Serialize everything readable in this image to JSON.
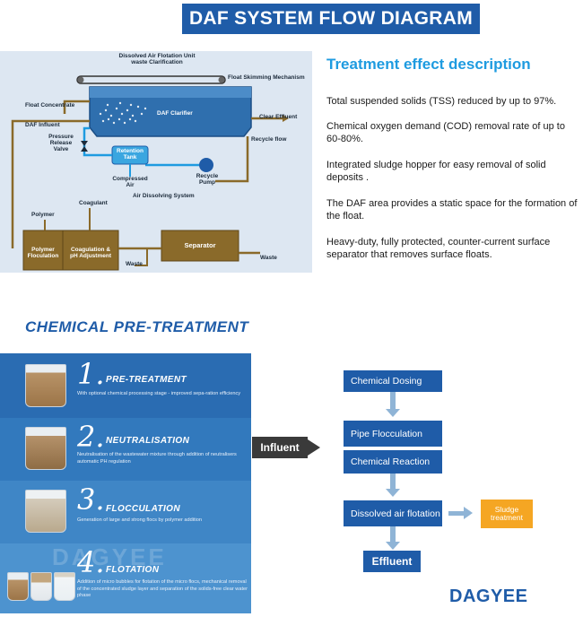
{
  "banner": {
    "title": "DAF SYSTEM FLOW DIAGRAM"
  },
  "diagram": {
    "heading_line1": "Dissolved Air Flotation Unit",
    "heading_line2": "waste Clarification",
    "float_skimming": "Float Skimming Mechanism",
    "float_concentrate": "Float Concentrate",
    "daf_clarifier": "DAF Clarifier",
    "clear_effluent": "Clear Effluent",
    "daf_influent": "DAF Influent",
    "pressure_release_valve": "Pressure\nRelease\nValve",
    "retention_tank": "Retention\nTank",
    "recycle_flow": "Recycle flow",
    "compressed_air": "Compressed\nAir",
    "recycle_pump": "Recycle\nPump",
    "air_dissolving_system": "Air Dissolving System",
    "coagulant": "Coagulant",
    "polymer": "Polymer",
    "polymer_flocculation": "Polymer\nFloculation",
    "coagulation_ph": "Coagulation &\npH Adjustment",
    "separator": "Separator",
    "waste_left": "Waste",
    "waste_right": "Waste"
  },
  "effects": {
    "title": "Treatment effect description",
    "items": [
      "Total suspended solids (TSS) reduced by up to 97%.",
      "Chemical oxygen demand (COD) removal rate of up to 60-80%.",
      "Integrated sludge hopper for easy removal of solid deposits .",
      "The DAF area provides a static space for the formation of the float.",
      "Heavy-duty, fully protected, counter-current surface separator that removes surface floats."
    ]
  },
  "pretreatment": {
    "title": "CHEMICAL PRE-TREATMENT",
    "watermark": "DAGYEE",
    "steps": [
      {
        "num": "1.",
        "name": "PRE-TREATMENT",
        "desc": "With optional chemical processing stage - improved sepa-ration efficiency"
      },
      {
        "num": "2.",
        "name": "NEUTRALISATION",
        "desc": "Neutralisation of the wastewater mixture through addition of neutralisers automatic PH regulation"
      },
      {
        "num": "3.",
        "name": "FLOCCULATION",
        "desc": "Generation of large and strong flocs by polymer addition"
      },
      {
        "num": "4.",
        "name": "FLOTATION",
        "desc": "Addition of micro bubbles for flotation of the micro flocs, mechanical removal of the concentrated sludge layer and separation of the solids-free clear water phase"
      }
    ]
  },
  "flow": {
    "influent": "Influent",
    "chemical_dosing": "Chemical Dosing",
    "pipe_flocculation": "Pipe Flocculation",
    "chemical_reaction": "Chemical Reaction",
    "dissolved_air_flotation": "Dissolved air flotation",
    "sludge_treatment": "Sludge\ntreatment",
    "effluent": "Effluent"
  },
  "brand": {
    "logo": "DAGYEE"
  },
  "colors": {
    "brand_blue": "#1f5ca8",
    "accent_cyan": "#1e9be0",
    "sludge_orange": "#f5a623",
    "pipe_brown": "#8a6a2a"
  }
}
